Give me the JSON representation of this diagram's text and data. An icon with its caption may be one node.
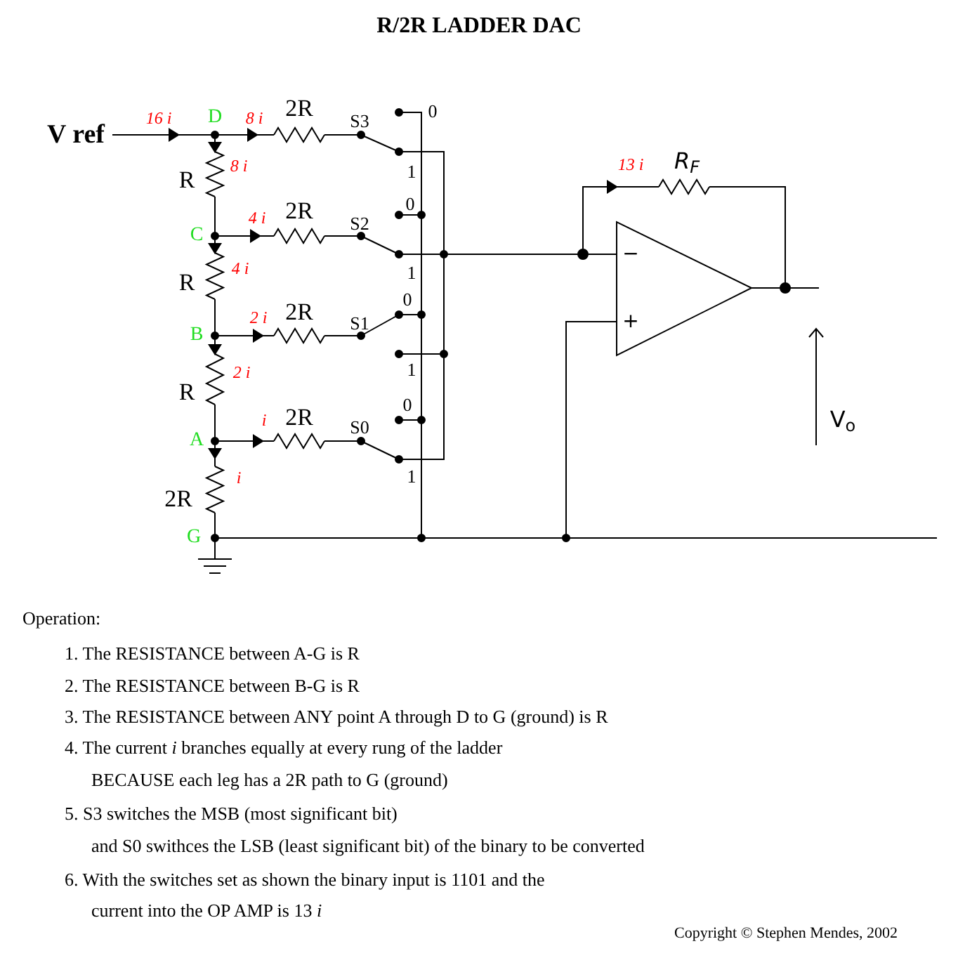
{
  "diagram": {
    "title": "R/2R LADDER DAC",
    "labels": [
      "16 i",
      "D",
      "8 i",
      "2R",
      "S3",
      "0",
      "V ref",
      "8 i",
      "R",
      "1",
      "13 i",
      "R$_{F}$",
      "C",
      "4 i",
      "2R",
      "S2",
      "0",
      "4 i",
      "R",
      "−",
      "1",
      "2 i",
      "2R",
      "S1",
      "0",
      "+",
      "B",
      "2 i",
      "R",
      "1",
      "V$_{o}$",
      "0",
      "i",
      "2R",
      "S0",
      "A",
      "i",
      "2R",
      "1",
      "G",
      "Operation:",
      "1. The RESISTANCE between A-G is R",
      "2. The RESISTANCE between B-G is R",
      "3. The RESISTANCE between ANY point A through D to G (ground) is R",
      "4. The current *i* branches equally at every rung of the ladder",
      "BECAUSE each leg has a 2R path to G (ground)",
      "5. S3 switches the MSB (most significant bit)",
      "and S0 swithces the LSB (least significant bit) of the binary to be converted",
      "6. With the switches set as shown the binary input is 1101 and the",
      "current into the OP AMP is 13 *i*",
      "Copyright © Stephen Mendes, 2002"
    ]
  }
}
